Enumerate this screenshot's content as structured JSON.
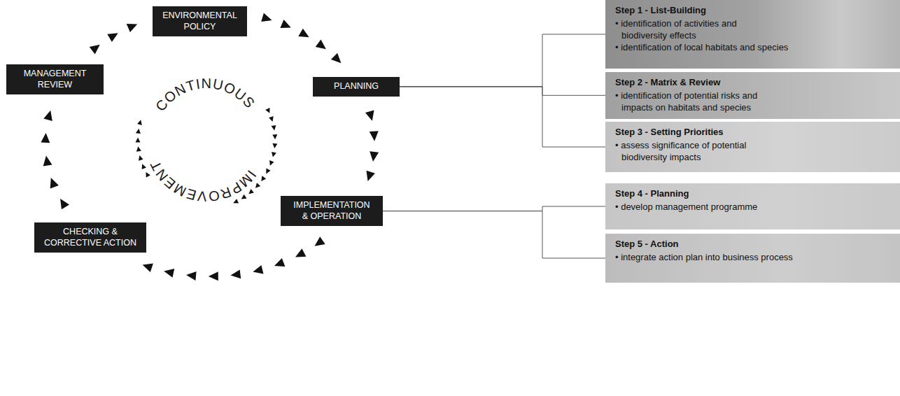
{
  "diagram": {
    "nodes": [
      {
        "text": [
          "ENVIRONMENTAL POLICY"
        ]
      },
      {
        "text": [
          "PLANNING"
        ]
      },
      {
        "text": [
          "IMPLEMENTATION & OPERATION"
        ]
      },
      {
        "text": [
          "CHECKING & CORRECTIVE ACTION"
        ]
      },
      {
        "text": [
          "MANAGEMENT REVIEW"
        ]
      },
      {
        "text": [
          "Step 1 - List-Building",
          "• identification of activities and biodiversity effects",
          "• identification of local habitats and species"
        ]
      },
      {
        "text": [
          "Step 2 - Matrix & Review",
          "• identification of potential risks and impacts on habitats and species"
        ]
      },
      {
        "text": [
          "Step 3 - Setting Priorities",
          "• assess significance of potential biodiversity impacts"
        ]
      },
      {
        "text": [
          "Step 4 - Planning",
          "• develop management programme"
        ]
      },
      {
        "text": [
          "Step 5 - Action",
          "• integrate action plan into business process"
        ]
      }
    ],
    "edges": [
      {
        "from": 0,
        "to": 1,
        "arrow": "to"
      },
      {
        "from": 1,
        "to": 2,
        "arrow": "to"
      },
      {
        "from": 2,
        "to": 3,
        "arrow": "to"
      },
      {
        "from": 3,
        "to": 4,
        "arrow": "to"
      },
      {
        "from": 4,
        "to": 0,
        "arrow": "to"
      },
      {
        "from": 1,
        "to": 5,
        "arrow": "none"
      },
      {
        "from": 1,
        "to": 6,
        "arrow": "none"
      },
      {
        "from": 1,
        "to": 7,
        "arrow": "none"
      },
      {
        "from": 2,
        "to": 8,
        "arrow": "none"
      },
      {
        "from": 2,
        "to": 9,
        "arrow": "none"
      }
    ],
    "labels": [
      "CONTINUOUS",
      "IMPROVEMENT"
    ]
  }
}
